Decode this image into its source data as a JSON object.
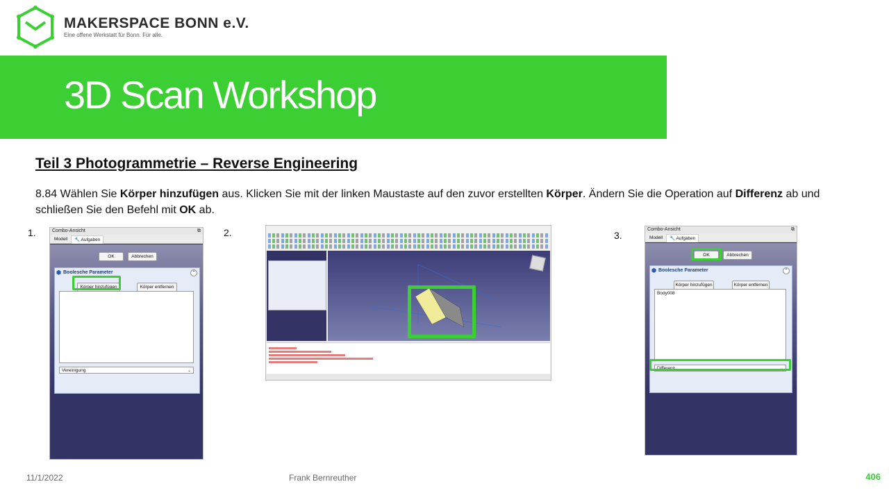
{
  "header": {
    "org_name": "MAKERSPACE BONN e.V.",
    "org_tagline": "Eine offene Werkstatt für Bonn. Für alle."
  },
  "title": "3D Scan Workshop",
  "section_title": "Teil 3  Photogrammetrie  – Reverse Engineering",
  "instruction": {
    "p1": "8.84 Wählen Sie ",
    "b1": "Körper hinzufügen",
    "p2": " aus. Klicken Sie mit der linken Maustaste auf den zuvor erstellten ",
    "b2": "Körper",
    "p3": ".  Ändern Sie die Operation auf ",
    "b3": "Differenz",
    "p4": " ab und schließen Sie den Befehl mit ",
    "b4": "OK",
    "p5": " ab."
  },
  "steps": [
    "1.",
    "2.",
    "3."
  ],
  "panel1": {
    "window_title": "Combo-Ansicht",
    "tab_model": "Modell",
    "tab_tasks": "Aufgaben",
    "ok": "OK",
    "cancel": "Abbrechen",
    "section": "Boolesche Parameter",
    "add_body": "Körper hinzufügen",
    "remove_body": "Körper entfernen",
    "operation": "Vereinigung"
  },
  "panel3": {
    "window_title": "Combo-Ansicht",
    "tab_model": "Modell",
    "tab_tasks": "Aufgaben",
    "ok": "OK",
    "cancel": "Abbrechen",
    "section": "Boolesche Parameter",
    "add_body": "Körper hinzufügen",
    "remove_body": "Körper entfernen",
    "list_item": "Body008",
    "operation": "Differenz"
  },
  "colors": {
    "accent_green": "#3ccf34",
    "panel_bg": "#333366"
  },
  "footer": {
    "date": "11/1/2022",
    "author": "Frank Bernreuther",
    "page": "406"
  }
}
